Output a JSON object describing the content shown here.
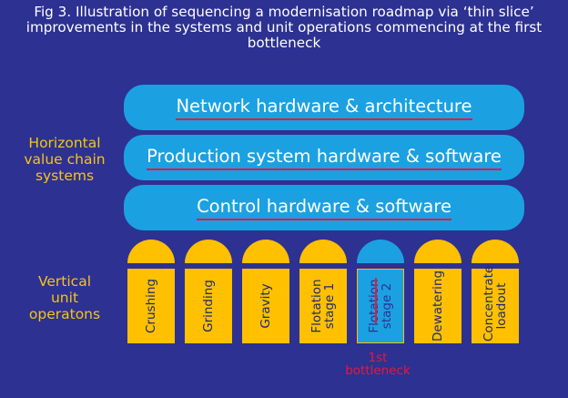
{
  "caption": "Fig 3. Illustration of sequencing a modernisation roadmap via ‘thin slice’ improvements in the systems and unit operations commencing at the first bottleneck",
  "horizontal_label": [
    "Horizontal",
    "value chain",
    "systems"
  ],
  "vertical_label": [
    "Vertical",
    "unit",
    "operatons"
  ],
  "layers": [
    "Network hardware & architecture",
    "Production system hardware & software",
    "Control hardware & software"
  ],
  "units": [
    "Crushing",
    "Grinding",
    "Gravity",
    "Flotation stage 1",
    "Flotation stage 2",
    "Dewatering",
    "Concentrate loadout"
  ],
  "highlighted_unit": "Flotation stage 2",
  "bottleneck_label": [
    "1st",
    "bottleneck"
  ],
  "colors": {
    "background": "#2d3191",
    "systems_blue": "#1ba1e2",
    "unit_yellow": "#ffc000",
    "label_yellow": "#f5c518",
    "accent_red": "#e6193c"
  }
}
